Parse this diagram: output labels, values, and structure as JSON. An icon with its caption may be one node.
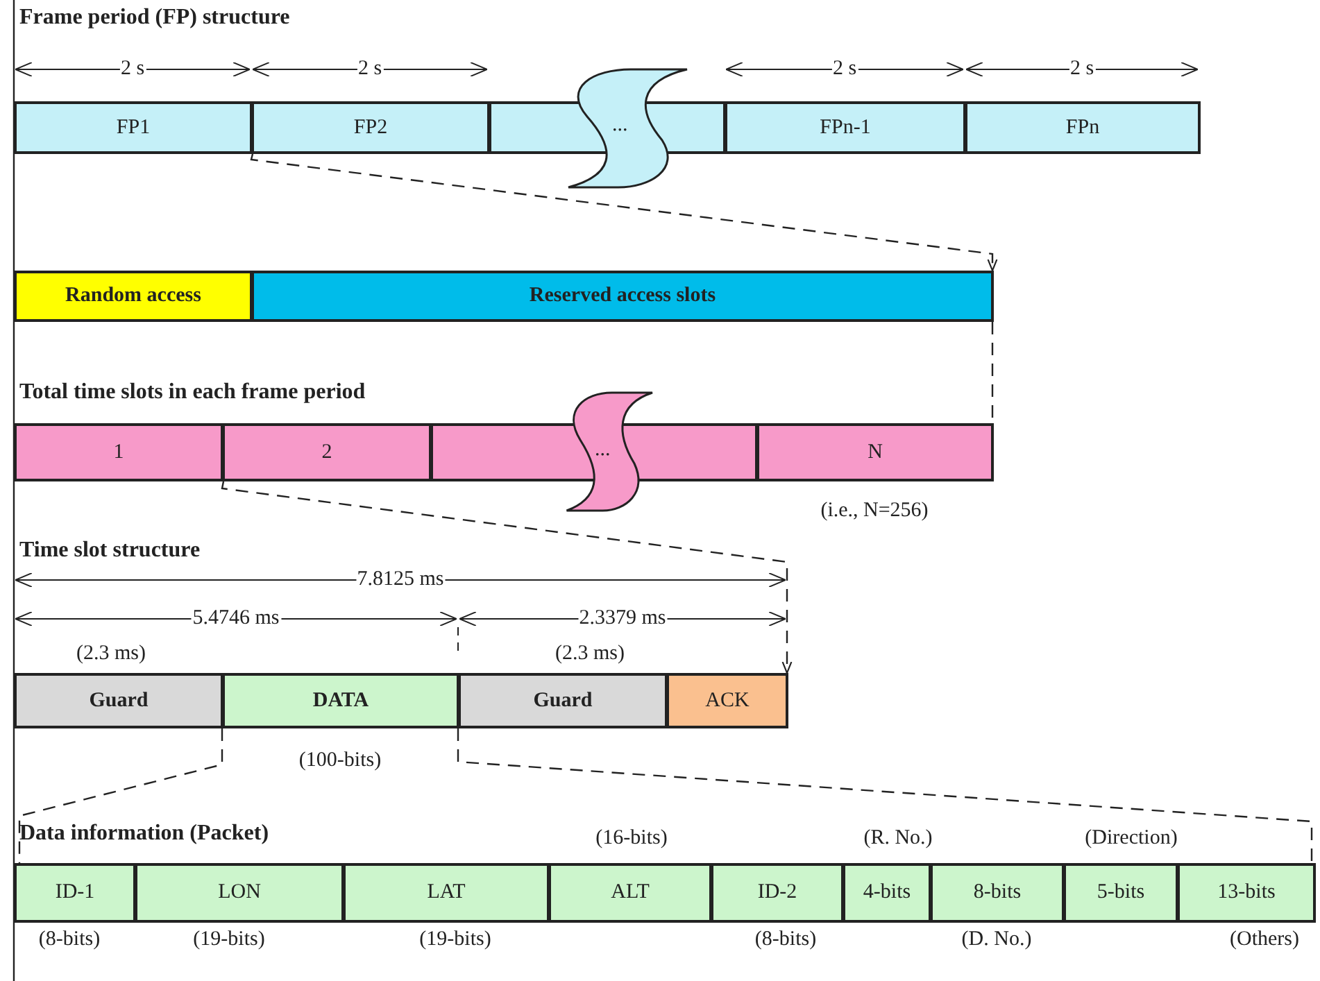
{
  "diagram": {
    "nodes": [
      {
        "text": [
          "FP1"
        ]
      },
      {
        "text": [
          "FP2"
        ]
      },
      {
        "text": [
          "..."
        ]
      },
      {
        "text": [
          "FPn-1"
        ]
      },
      {
        "text": [
          "FPn"
        ]
      },
      {
        "text": [
          "Random access"
        ]
      },
      {
        "text": [
          "Reserved access slots"
        ]
      },
      {
        "text": [
          "1"
        ]
      },
      {
        "text": [
          "2"
        ]
      },
      {
        "text": [
          "..."
        ]
      },
      {
        "text": [
          "N"
        ],
        "beside": [
          "(i.e., N=256)"
        ]
      },
      {
        "text": [
          "Guard"
        ],
        "beside": [
          "(2.3 ms)"
        ]
      },
      {
        "text": [
          "DATA"
        ],
        "beside": [
          "(100-bits)"
        ]
      },
      {
        "text": [
          "Guard"
        ],
        "beside": [
          "(2.3 ms)"
        ]
      },
      {
        "text": [
          "ACK"
        ]
      },
      {
        "text": [
          "ID-1"
        ],
        "beside": [
          "(8-bits)"
        ]
      },
      {
        "text": [
          "LON"
        ],
        "beside": [
          "(19-bits)"
        ]
      },
      {
        "text": [
          "LAT"
        ],
        "beside": [
          "(19-bits)"
        ]
      },
      {
        "text": [
          "ALT"
        ],
        "beside": [
          "(16-bits)"
        ]
      },
      {
        "text": [
          "ID-2"
        ],
        "beside": [
          "(8-bits)"
        ]
      },
      {
        "text": [
          "4-bits"
        ],
        "beside": [
          "(R. No.)"
        ]
      },
      {
        "text": [
          "8-bits"
        ],
        "beside": [
          "(D. No.)"
        ]
      },
      {
        "text": [
          "5-bits"
        ],
        "beside": [
          "(Direction)"
        ]
      },
      {
        "text": [
          "13-bits"
        ],
        "beside": [
          "(Others)"
        ]
      }
    ],
    "edges": [
      {
        "from": 0,
        "to": 6,
        "arrow": "to",
        "style": "dashed"
      },
      {
        "from": 6,
        "to": 10,
        "arrow": "none",
        "style": "dashed"
      },
      {
        "from": 7,
        "to": 14,
        "arrow": "to",
        "style": "dashed"
      },
      {
        "from": 12,
        "to": 15,
        "arrow": "none",
        "style": "dashed"
      },
      {
        "from": 13,
        "to": 23,
        "arrow": "none",
        "style": "dashed"
      }
    ],
    "labels": [
      "Frame period (FP) structure",
      "2 s",
      "2 s",
      "2 s",
      "2 s",
      "Total time slots in each frame period",
      "Time slot structure",
      "7.8125 ms",
      "5.4746 ms",
      "2.3379 ms",
      "Data information (Packet)"
    ]
  }
}
